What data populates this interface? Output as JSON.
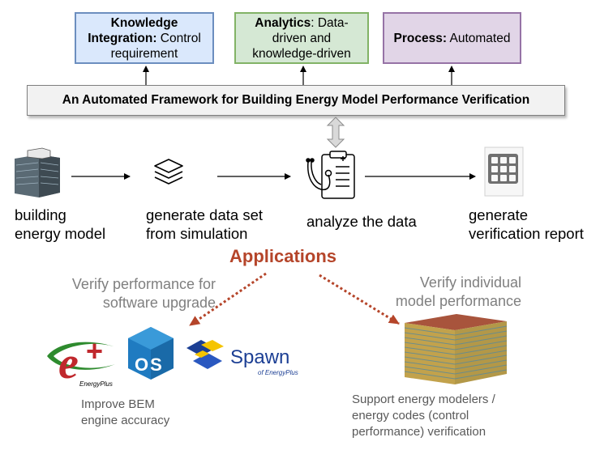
{
  "top_boxes": [
    {
      "bold": "Knowledge Integration:",
      "text": " Control requirement",
      "fill": "#dae8fc",
      "stroke": "#6c8ebf"
    },
    {
      "bold": "Analytics",
      "text": ": Data-driven and knowledge-driven",
      "fill": "#d5e8d4",
      "stroke": "#82b366"
    },
    {
      "bold": "Process:",
      "text": " Automated",
      "fill": "#e1d5e7",
      "stroke": "#9673a6"
    }
  ],
  "framework_title": "An Automated Framework for Building Energy Model Performance Verification",
  "steps": [
    {
      "line1": "building",
      "line2": "energy model",
      "icon": "building-icon"
    },
    {
      "line1": "generate data set",
      "line2": "from simulation",
      "icon": "layers-icon"
    },
    {
      "line1": "analyze the data",
      "line2": "",
      "icon": "stethoscope-clipboard-icon"
    },
    {
      "line1": "generate",
      "line2": "verification report",
      "icon": "grid-report-icon"
    }
  ],
  "applications": {
    "title": "Applications",
    "color": "#b5452a",
    "left": {
      "label_line1": "Verify performance for",
      "label_line2": "software upgrade",
      "logos": {
        "energyplus_small": "EnergyPlus",
        "os": "OS",
        "spawn": "Spawn",
        "spawn_sub": "of EnergyPlus"
      },
      "caption_line1": "Improve BEM",
      "caption_line2": "engine accuracy"
    },
    "right": {
      "label_line1": "Verify individual",
      "label_line2": "model performance",
      "caption_line1": "Support energy modelers /",
      "caption_line2": "energy codes (control",
      "caption_line3": "performance) verification"
    }
  }
}
